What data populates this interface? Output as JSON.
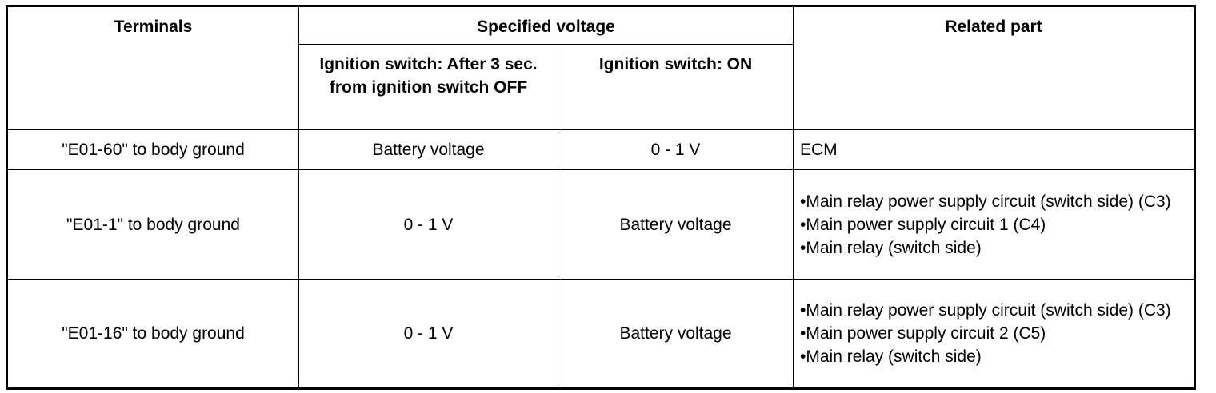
{
  "headers": {
    "terminals": "Terminals",
    "specified_voltage": "Specified voltage",
    "related_part": "Related part",
    "ign_off": "Ignition switch: After 3 sec. from ignition switch OFF",
    "ign_on": "Ignition switch: ON"
  },
  "rows": [
    {
      "terminal": "\"E01-60\" to body ground",
      "off_value": "Battery voltage",
      "on_value": "0 - 1 V",
      "related": [
        "ECM"
      ]
    },
    {
      "terminal": "\"E01-1\" to body ground",
      "off_value": "0 - 1 V",
      "on_value": "Battery voltage",
      "related": [
        "•Main relay power supply circuit (switch side) (C3)",
        "•Main power supply circuit 1 (C4)",
        "•Main relay (switch side)"
      ]
    },
    {
      "terminal": "\"E01-16\" to body ground",
      "off_value": "0 - 1 V",
      "on_value": "Battery voltage",
      "related": [
        "•Main relay power supply circuit (switch side) (C3)",
        "•Main power supply circuit 2 (C5)",
        "•Main relay (switch side)"
      ]
    }
  ]
}
